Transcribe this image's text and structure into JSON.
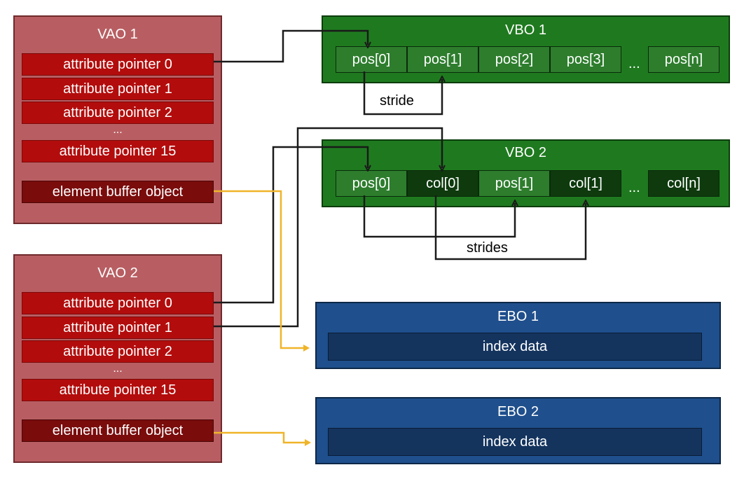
{
  "vao1": {
    "title": "VAO 1",
    "attrs": [
      "attribute pointer 0",
      "attribute pointer 1",
      "attribute pointer 2"
    ],
    "ellipsis": "...",
    "attr_last": "attribute pointer 15",
    "ebo_ref": "element buffer object"
  },
  "vao2": {
    "title": "VAO 2",
    "attrs": [
      "attribute pointer 0",
      "attribute pointer 1",
      "attribute pointer 2"
    ],
    "ellipsis": "...",
    "attr_last": "attribute pointer 15",
    "ebo_ref": "element buffer object"
  },
  "vbo1": {
    "title": "VBO 1",
    "cells": [
      "pos[0]",
      "pos[1]",
      "pos[2]",
      "pos[3]"
    ],
    "ellipsis": "...",
    "last": "pos[n]",
    "stride_label": "stride"
  },
  "vbo2": {
    "title": "VBO 2",
    "cells": [
      "pos[0]",
      "col[0]",
      "pos[1]",
      "col[1]"
    ],
    "ellipsis": "...",
    "last": "col[n]",
    "stride_label": "strides"
  },
  "ebo1": {
    "title": "EBO 1",
    "content": "index data"
  },
  "ebo2": {
    "title": "EBO 2",
    "content": "index data"
  },
  "colors": {
    "vao_bg": "#b85e62",
    "attr_bg": "#b30c0c",
    "vbo_bg": "#1f7a1f",
    "ebo_bg": "#1f4f8c",
    "black_arrow": "#1a1a1a",
    "yellow_arrow": "#f0b429"
  }
}
